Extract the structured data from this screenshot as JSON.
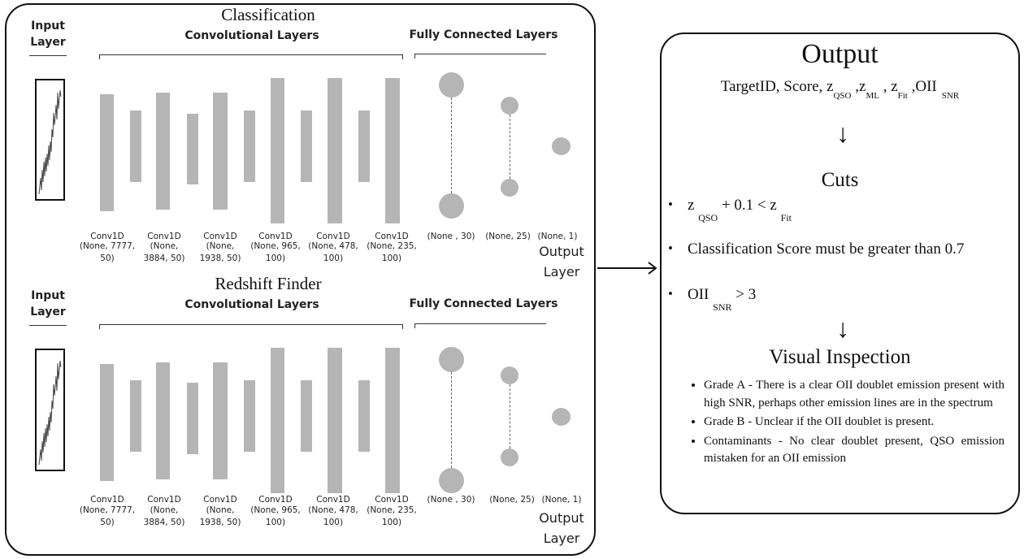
{
  "sections": [
    {
      "title": "Classification",
      "input_label": "Input\nLayer",
      "conv_heading": "Convolutional Layers",
      "fc_heading": "Fully Connected Layers",
      "conv_layers": [
        {
          "name": "Conv1D",
          "shape": "(None, 7777,\n50)"
        },
        {
          "name": "Conv1D",
          "shape": "(None,\n3884, 50)"
        },
        {
          "name": "Conv1D",
          "shape": "(None,\n1938, 50)"
        },
        {
          "name": "Conv1D",
          "shape": "(None, 965,\n100)"
        },
        {
          "name": "Conv1D",
          "shape": "(None, 478,\n100)"
        },
        {
          "name": "Conv1D",
          "shape": "(None, 235,\n100)"
        }
      ],
      "fc_layers": [
        {
          "shape": "(None , 30)"
        },
        {
          "shape": "(None, 25)"
        },
        {
          "shape": "(None, 1)"
        }
      ],
      "output_label": "Output\nLayer"
    },
    {
      "title": "Redshift Finder",
      "input_label": "Input\nLayer",
      "conv_heading": "Convolutional Layers",
      "fc_heading": "Fully Connected Layers",
      "conv_layers": [
        {
          "name": "Conv1D",
          "shape": "(None, 7777,\n50)"
        },
        {
          "name": "Conv1D",
          "shape": "(None,\n3884, 50)"
        },
        {
          "name": "Conv1D",
          "shape": "(None,\n1938, 50)"
        },
        {
          "name": "Conv1D",
          "shape": "(None, 965,\n100)"
        },
        {
          "name": "Conv1D",
          "shape": "(None, 478,\n100)"
        },
        {
          "name": "Conv1D",
          "shape": "(None, 235,\n100)"
        }
      ],
      "fc_layers": [
        {
          "shape": "(None , 30)"
        },
        {
          "shape": "(None, 25)"
        },
        {
          "shape": "(None, 1)"
        }
      ],
      "output_label": "Output\nLayer"
    }
  ],
  "output_panel": {
    "title": "Output",
    "fields": {
      "prefix": "TargetID, Score, z",
      "sub1": "QSO",
      "mid1": " ,z",
      "sub2": "ML",
      "mid2": " , z",
      "sub3": "Fit",
      "mid3": " ,OII",
      "sub4": "SNR"
    },
    "cuts_title": "Cuts",
    "cuts": {
      "cut1_a": "z",
      "cut1_sub1": "QSO",
      "cut1_b": "+ 0.1 < z",
      "cut1_sub2": "Fit",
      "cut2": "Classification Score must be greater than 0.7",
      "cut3_a": "OII",
      "cut3_sub": "SNR",
      "cut3_b": "> 3"
    },
    "visual_title": "Visual Inspection",
    "visual_items": [
      "Grade A - There is a clear OII doublet emission present with high SNR, perhaps other emission lines are in the spectrum",
      "Grade B - Unclear if the OII doublet is present.",
      "Contaminants - No clear doublet present, QSO emission mistaken for an OII emission"
    ],
    "arrow_glyph": "↓"
  },
  "bullet_glyph": "•"
}
